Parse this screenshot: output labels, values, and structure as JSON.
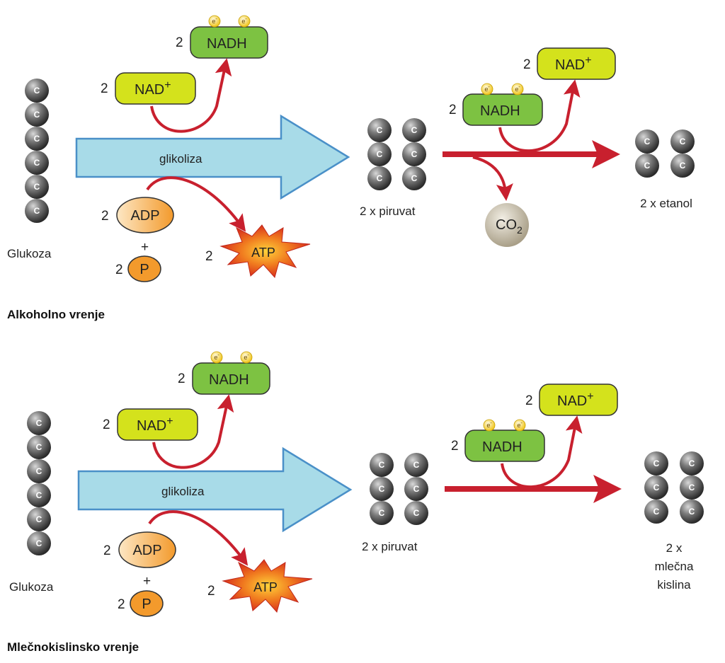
{
  "sections": [
    {
      "title": "Alkoholno vrenje",
      "glucose": "Glukoza",
      "glycolysis": "glikoliza",
      "nad_in": "NAD",
      "nadh_out": "NADH",
      "adp": "ADP",
      "p": "P",
      "plus": "+",
      "atp": "ATP",
      "coef": "2",
      "pyruvate": "2 x piruvat",
      "nadh_in": "NADH",
      "nad_out": "NAD",
      "co2": "CO",
      "co2_sub": "2",
      "product": [
        "2 x etanol"
      ]
    },
    {
      "title": "Mlečnokislinsko vrenje",
      "glucose": "Glukoza",
      "glycolysis": "glikoliza",
      "nad_in": "NAD",
      "nadh_out": "NADH",
      "adp": "ADP",
      "p": "P",
      "plus": "+",
      "atp": "ATP",
      "coef": "2",
      "pyruvate": "2 x piruvat",
      "nadh_in": "NADH",
      "nad_out": "NAD",
      "product": [
        "2 x",
        "mlečna",
        "kislina"
      ]
    }
  ],
  "symbols": {
    "carbon": "C",
    "electron": "e",
    "electron_sup": "-",
    "plus_charge": "+"
  },
  "colors": {
    "arrow_red": "#c8202e",
    "glycolysis_fill": "#a8dbe8",
    "glycolysis_stroke": "#4a90c8",
    "nadh_green": "#7dc242",
    "nad_yellow": "#d4e21c",
    "adp_orange": "#f6a13a",
    "atp_burst": "#e8501e",
    "carbon_grey": "#555555"
  }
}
